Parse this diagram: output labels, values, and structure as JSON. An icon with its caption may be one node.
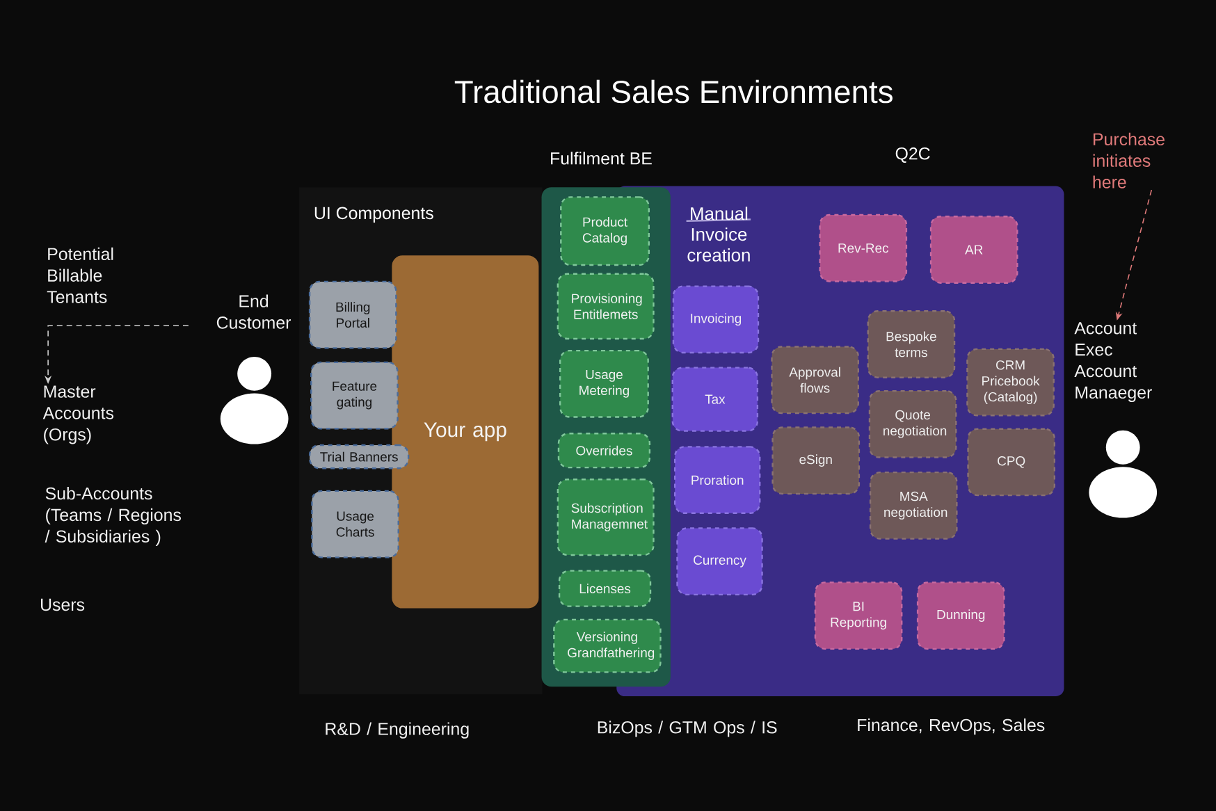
{
  "diagram": {
    "title": "Traditional Sales Environments",
    "nodes": [
      {
        "text": [
          "UI Components"
        ]
      },
      {
        "text": [
          "Billing Portal"
        ],
        "in": 0
      },
      {
        "text": [
          "Feature gating"
        ],
        "in": 0
      },
      {
        "text": [
          "Trial Banners"
        ],
        "in": 0
      },
      {
        "text": [
          "Usage Charts"
        ],
        "in": 0
      },
      {
        "text": [
          "Your app"
        ],
        "in": 0
      },
      {
        "text": [
          "Fulfilment BE"
        ]
      },
      {
        "text": [
          "Product Catalog"
        ],
        "in": 6
      },
      {
        "text": [
          "Provisioning Entitlemets"
        ],
        "in": 6
      },
      {
        "text": [
          "Usage Metering"
        ],
        "in": 6
      },
      {
        "text": [
          "Overrides"
        ],
        "in": 6
      },
      {
        "text": [
          "Subscription Managemnet"
        ],
        "in": 6
      },
      {
        "text": [
          "Licenses"
        ],
        "in": 6
      },
      {
        "text": [
          "Versioning Grandfathering"
        ],
        "in": 6
      },
      {
        "text": [
          "Q2C"
        ]
      },
      {
        "text": [
          "Invoicing"
        ],
        "in": 14
      },
      {
        "text": [
          "Tax"
        ],
        "in": 14
      },
      {
        "text": [
          "Proration"
        ],
        "in": 14
      },
      {
        "text": [
          "Currency"
        ],
        "in": 14
      },
      {
        "text": [
          "Rev-Rec"
        ],
        "in": 14
      },
      {
        "text": [
          "AR"
        ],
        "in": 14
      },
      {
        "text": [
          "Approval flows"
        ],
        "in": 14
      },
      {
        "text": [
          "Bespoke terms"
        ],
        "in": 14
      },
      {
        "text": [
          "CRM Pricebook (Catalog)"
        ],
        "in": 14
      },
      {
        "text": [
          "Quote negotiation"
        ],
        "in": 14
      },
      {
        "text": [
          "eSign"
        ],
        "in": 14
      },
      {
        "text": [
          "CPQ"
        ],
        "in": 14
      },
      {
        "text": [
          "MSA negotiation"
        ],
        "in": 14
      },
      {
        "text": [
          "BI Reporting"
        ],
        "in": 14
      },
      {
        "text": [
          "Dunning"
        ],
        "in": 14
      },
      {
        "text": [
          "Potential Billable Tenants"
        ]
      },
      {
        "text": [
          "Master Accounts (Orgs)"
        ]
      },
      {
        "text": [
          "Purchase initiates here"
        ]
      },
      {
        "text": [
          "Account Exec Account Manaeger"
        ]
      }
    ],
    "edges": [
      {
        "from": null,
        "to": 31,
        "arrow": "to",
        "style": "dashed"
      },
      {
        "from": 32,
        "to": 33,
        "arrow": "to",
        "style": "dashed",
        "color": "#e07a7a"
      }
    ],
    "labels": [
      "End Customer",
      "Sub-Accounts (Teams / Regions / Subsidiaries )",
      "Users",
      "Manual Invoice creation",
      "R&D / Engineering",
      "BizOps / GTM Ops / IS",
      "Finance, RevOps, Sales"
    ]
  }
}
